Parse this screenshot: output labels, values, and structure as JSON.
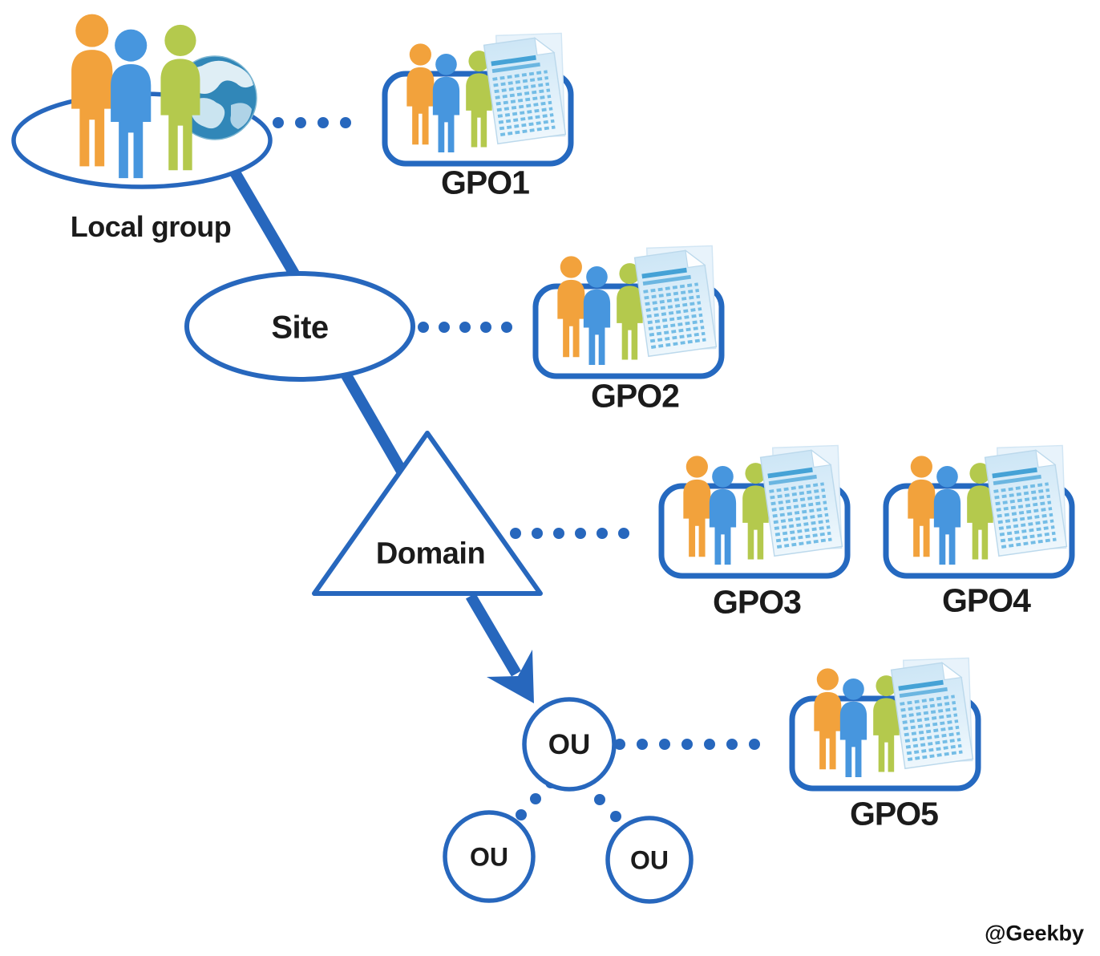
{
  "watermark": "@Geekby",
  "nodes": {
    "local_group": {
      "label": "Local group",
      "shape": "ellipse-with-users-and-globe"
    },
    "site": {
      "label": "Site",
      "shape": "ellipse"
    },
    "domain": {
      "label": "Domain",
      "shape": "triangle"
    },
    "ou": {
      "label": "OU",
      "shape": "circle"
    },
    "ou_child_1": {
      "label": "OU",
      "shape": "circle"
    },
    "ou_child_2": {
      "label": "OU",
      "shape": "circle"
    }
  },
  "gpos": [
    {
      "label": "GPO1",
      "linked_to": "local_group"
    },
    {
      "label": "GPO2",
      "linked_to": "site"
    },
    {
      "label": "GPO3",
      "linked_to": "domain"
    },
    {
      "label": "GPO4",
      "linked_to": "domain"
    },
    {
      "label": "GPO5",
      "linked_to": "ou"
    }
  ],
  "flow_order": [
    "local_group",
    "site",
    "domain",
    "ou"
  ],
  "links": [
    {
      "from": "local_group",
      "to": "GPO1",
      "style": "dotted"
    },
    {
      "from": "site",
      "to": "GPO2",
      "style": "dotted"
    },
    {
      "from": "domain",
      "to": "GPO3",
      "style": "dotted"
    },
    {
      "from": "ou",
      "to": "GPO5",
      "style": "dotted"
    },
    {
      "from": "ou",
      "to": "ou_child_1",
      "style": "dotted"
    },
    {
      "from": "ou",
      "to": "ou_child_2",
      "style": "dotted"
    },
    {
      "from": "local_group",
      "to": "site",
      "style": "thick-arrow"
    },
    {
      "from": "site",
      "to": "domain",
      "style": "thick-arrow"
    },
    {
      "from": "domain",
      "to": "ou",
      "style": "thick-arrow"
    }
  ],
  "palette": {
    "connector_blue": "#2767bd",
    "box_stroke": "#2569c0",
    "person_orange": "#f2a23c",
    "person_blue": "#4796de",
    "person_green": "#b4c94d",
    "globe_blue": "#3187b8",
    "doc_fill": "#d3e9f7",
    "doc_stripe": "#5fb0de",
    "text": "#1b1b1b"
  }
}
